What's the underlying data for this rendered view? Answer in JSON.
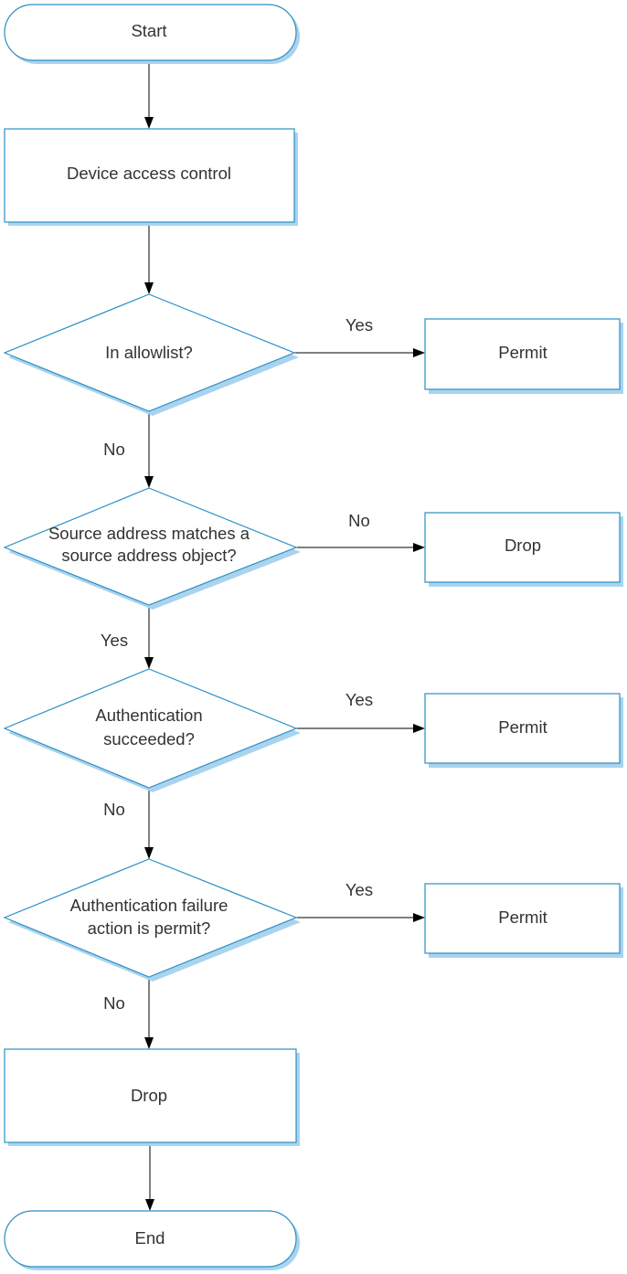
{
  "nodes": {
    "start": {
      "lines": [
        "Start"
      ]
    },
    "device_access_control": {
      "lines": [
        "Device access control"
      ]
    },
    "in_allowlist": {
      "lines": [
        "In allowlist?"
      ]
    },
    "permit_allowlist": {
      "lines": [
        "Permit"
      ]
    },
    "source_address_match": {
      "lines": [
        "Source address matches a",
        "source address object?"
      ]
    },
    "drop_source": {
      "lines": [
        "Drop"
      ]
    },
    "authentication_succeeded": {
      "lines": [
        "Authentication",
        "succeeded?"
      ]
    },
    "permit_auth": {
      "lines": [
        "Permit"
      ]
    },
    "auth_failure_action": {
      "lines": [
        "Authentication failure",
        "action is permit?"
      ]
    },
    "permit_failure_action": {
      "lines": [
        "Permit"
      ]
    },
    "drop_final": {
      "lines": [
        "Drop"
      ]
    },
    "end": {
      "lines": [
        "End"
      ]
    }
  },
  "edges": {
    "allowlist_yes": "Yes",
    "allowlist_no": "No",
    "source_no": "No",
    "source_yes": "Yes",
    "auth_yes": "Yes",
    "auth_no": "No",
    "failure_yes": "Yes",
    "failure_no": "No"
  },
  "colors": {
    "shape_stroke": "#2a8fc4",
    "shape_shadow": "#a9d3ee",
    "text": "#333333",
    "connector": "#000000"
  }
}
